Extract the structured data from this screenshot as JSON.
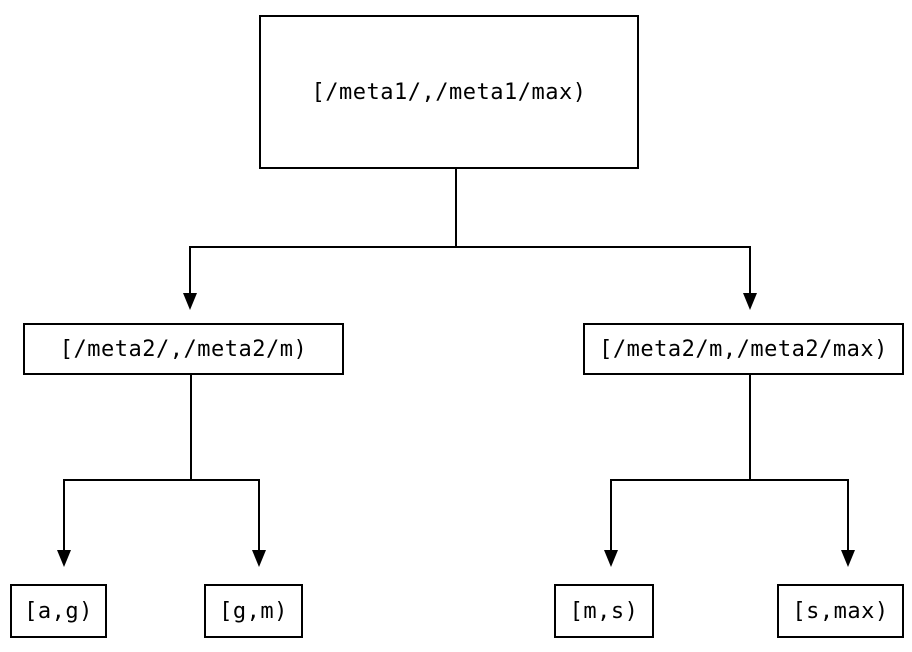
{
  "colors": {
    "background": "#ffffff",
    "line": "#000000",
    "text": "#000000"
  },
  "tree": {
    "root": {
      "label": "[/meta1/,/meta1/max)"
    },
    "branches": [
      {
        "label": "[/meta2/,/meta2/m)",
        "leaves": [
          {
            "label": "[a,g)"
          },
          {
            "label": "[g,m)"
          }
        ]
      },
      {
        "label": "[/meta2/m,/meta2/max)",
        "leaves": [
          {
            "label": "[m,s)"
          },
          {
            "label": "[s,max)"
          }
        ]
      }
    ]
  }
}
